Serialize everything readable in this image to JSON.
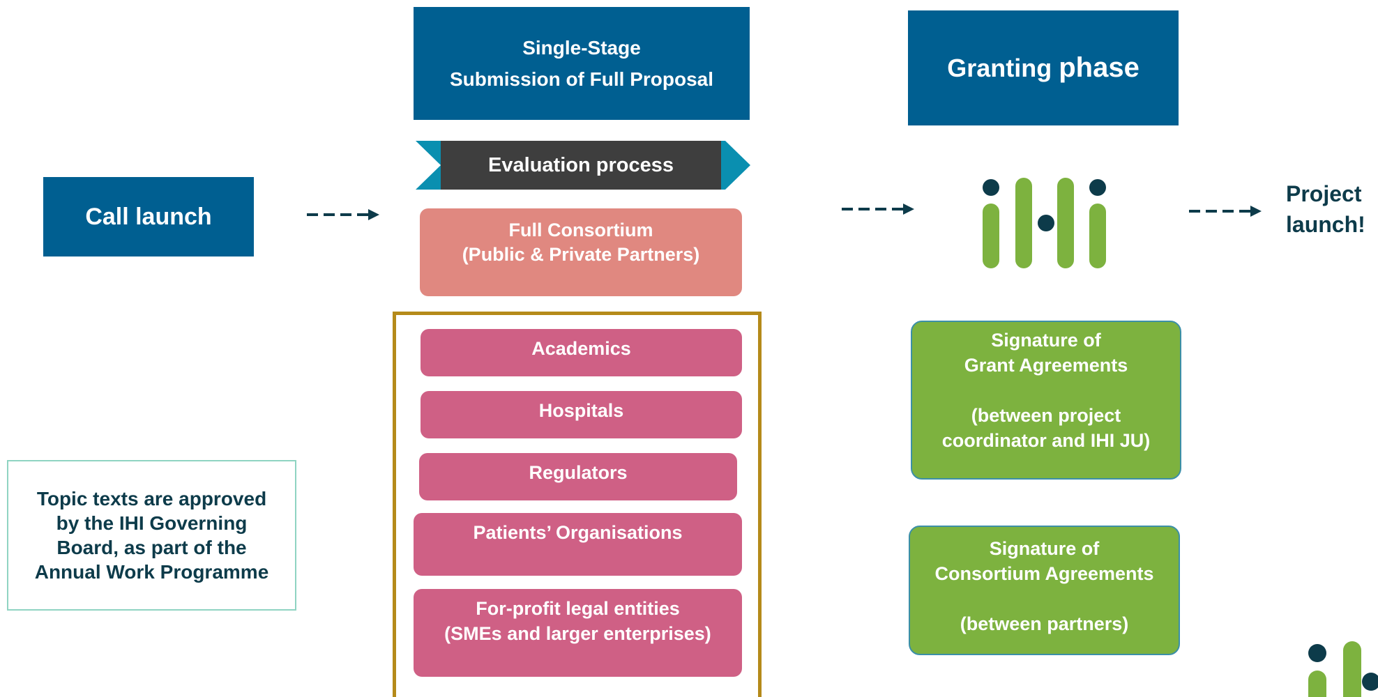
{
  "call_launch": "Call launch",
  "single_stage": {
    "line1": "Single-Stage",
    "line2": "Submission of Full Proposal"
  },
  "granting": {
    "word1": "Granting",
    "word2": "phase"
  },
  "evaluation_process": "Evaluation process",
  "full_consortium": {
    "line1": "Full Consortium",
    "line2": "(Public & Private Partners)"
  },
  "members": [
    {
      "line1": "Academics"
    },
    {
      "line1": "Hospitals"
    },
    {
      "line1": "Regulators"
    },
    {
      "line1": "Patients’ Organisations"
    },
    {
      "line1": "For-profit legal entities",
      "line2": "(SMEs and larger enterprises)"
    }
  ],
  "signature_grant": {
    "line1": "Signature of",
    "line2": "Grant Agreements",
    "line3": "(between project",
    "line4": "coordinator and IHI JU)"
  },
  "signature_consortium": {
    "line1": "Signature of",
    "line2": "Consortium Agreements",
    "line3": "(between partners)"
  },
  "topic_note": {
    "line1": "Topic texts are approved",
    "line2": "by the IHI Governing",
    "line3": "Board, as part of the",
    "line4": "Annual Work Programme"
  },
  "project_launch": {
    "line1": "Project",
    "line2": "launch!"
  },
  "icons": {
    "logo": "ihi-logo-icon",
    "arrow": "dashed-arrow-right-icon"
  },
  "colors": {
    "blue": "#005f91",
    "dark": "#3e3e3e",
    "teal": "#0a8fb0",
    "salmon": "#e08880",
    "pink": "#cf6085",
    "green": "#7db23f",
    "gold_frame": "#b58a1a",
    "logo_green": "#7db23f",
    "logo_navy": "#0d3b4a",
    "note_border": "#8fd4c2"
  }
}
